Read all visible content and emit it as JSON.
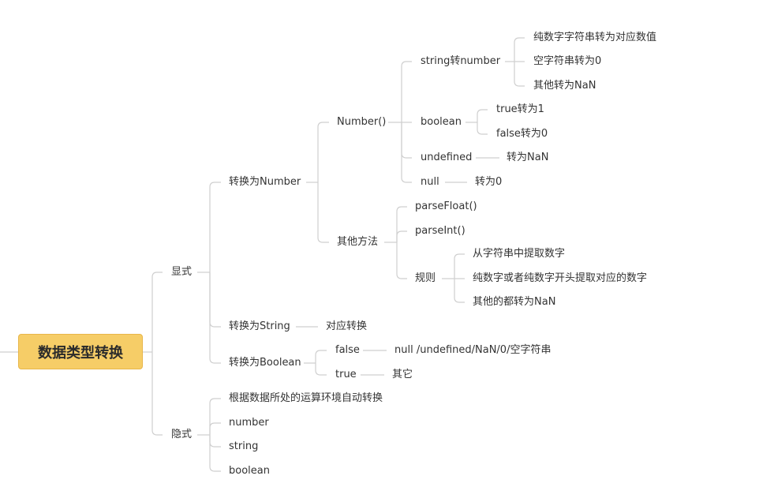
{
  "colors": {
    "root_fill": "#f6cd67",
    "line": "#cfcfcf",
    "text": "#333333"
  },
  "root": {
    "label": "数据类型转换"
  },
  "nodes": {
    "explicit": "显式",
    "to_number": "转换为Number",
    "number_fn": "Number()",
    "string_to_number": "string转number",
    "pure_digit_string": "纯数字字符串转为对应数值",
    "empty_string": "空字符串转为0",
    "other_nan": "其他转为NaN",
    "boolean": "boolean",
    "true_1": "true转为1",
    "false_0": "false转为0",
    "undefined": "undefined",
    "undefined_nan": "转为NaN",
    "null": "null",
    "null_0": "转为0",
    "other_methods": "其他方法",
    "parse_float": "parseFloat()",
    "parse_int": "parseInt()",
    "rules": "规则",
    "rule_extract": "从字符串中提取数字",
    "rule_leading": "纯数字或者纯数字开头提取对应的数字",
    "rule_nan": "其他的都转为NaN",
    "to_string": "转换为String",
    "to_string_desc": "对应转换",
    "to_boolean": "转换为Boolean",
    "false": "false",
    "false_values": "null /undefined/NaN/0/空字符串",
    "true": "true",
    "true_values": "其它",
    "implicit": "隐式",
    "implicit_desc": "根据数据所处的运算环境自动转换",
    "implicit_number": "number",
    "implicit_string": "string",
    "implicit_boolean": "boolean"
  }
}
